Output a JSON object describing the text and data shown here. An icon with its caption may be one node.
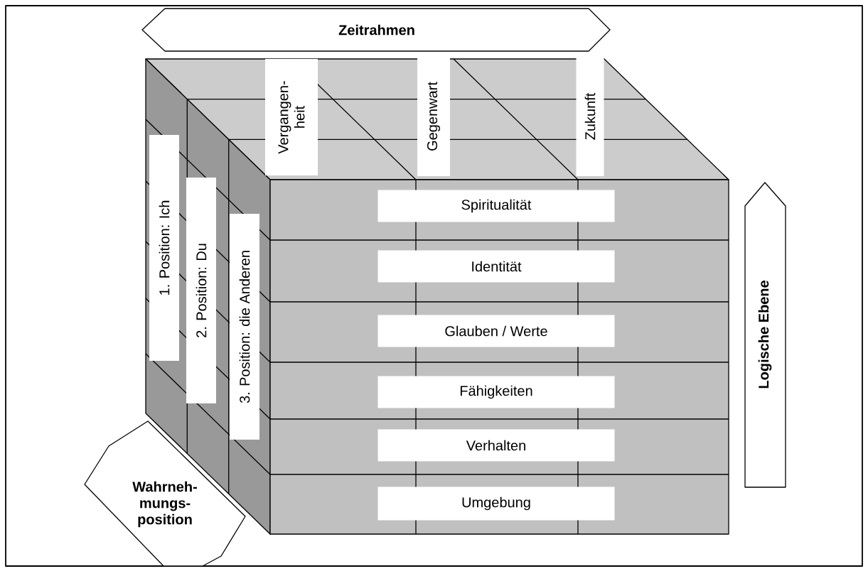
{
  "diagram": {
    "nodes": [
      {
        "text": [
          "Zeitrahmen"
        ]
      },
      {
        "text": [
          "Vergangen- heit"
        ]
      },
      {
        "text": [
          "Gegenwart"
        ]
      },
      {
        "text": [
          "Zukunft"
        ]
      },
      {
        "text": [
          "1. Position: Ich"
        ]
      },
      {
        "text": [
          "2. Position: Du"
        ]
      },
      {
        "text": [
          "3. Position: die Anderen"
        ]
      },
      {
        "text": [
          "Spiritualität"
        ]
      },
      {
        "text": [
          "Identität"
        ]
      },
      {
        "text": [
          "Glauben / Werte"
        ]
      },
      {
        "text": [
          "Fähigkeiten"
        ]
      },
      {
        "text": [
          "Verhalten"
        ]
      },
      {
        "text": [
          "Umgebung"
        ]
      },
      {
        "text": [
          "Logische Ebene"
        ]
      },
      {
        "text": [
          "Wahrneh- mungs- position"
        ]
      }
    ]
  }
}
